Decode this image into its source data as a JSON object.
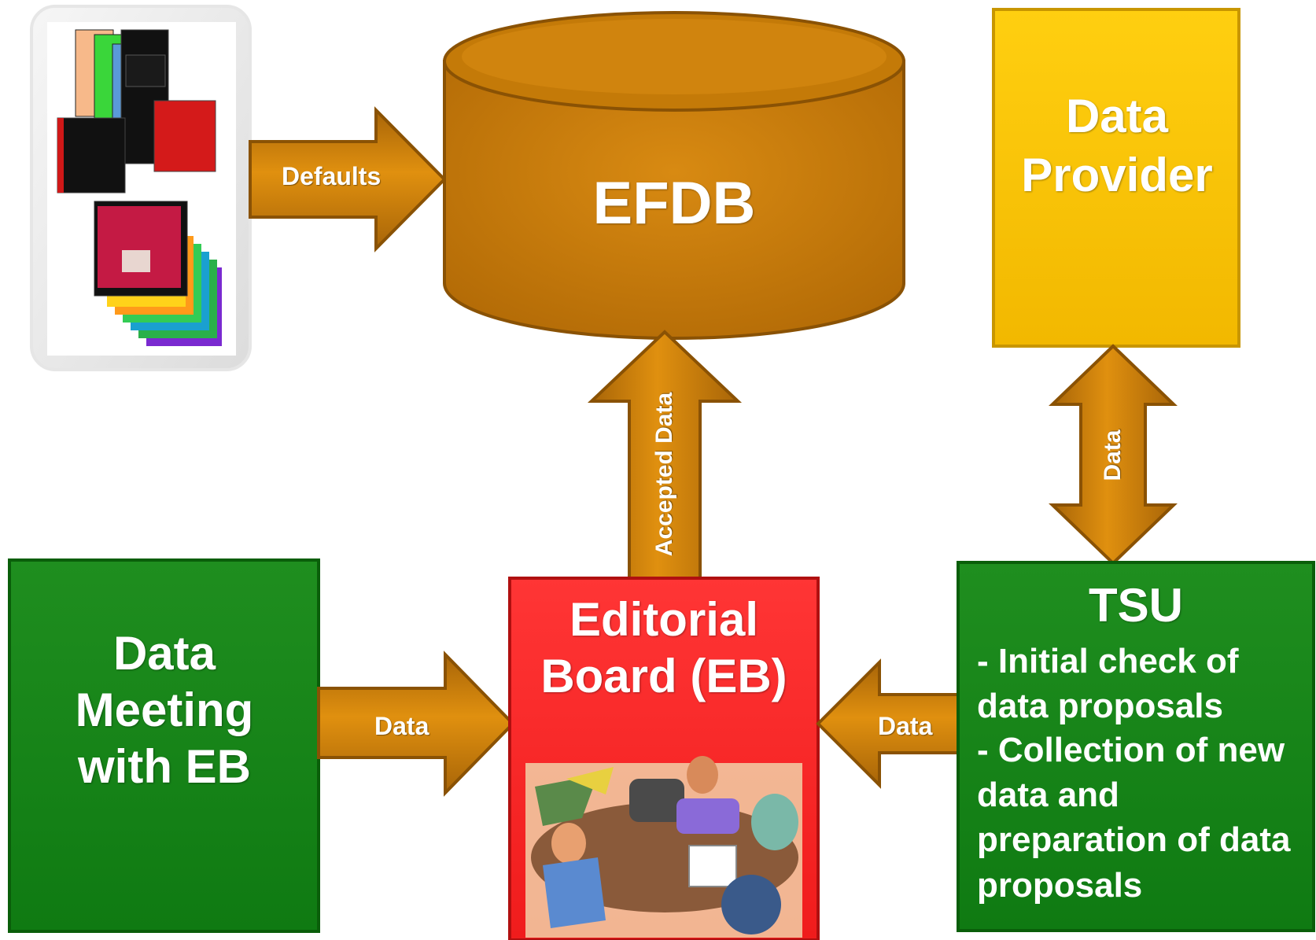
{
  "nodes": {
    "efdb": {
      "label": "EFDB",
      "color": "#d4830a"
    },
    "data_provider": {
      "label": "Data Provider",
      "color": "#ffc800"
    },
    "data_meeting": {
      "label": "Data Meeting with EB",
      "color": "#1e8a1e"
    },
    "editorial_board": {
      "label": "Editorial Board (EB)",
      "color": "#ff2a2a"
    },
    "tsu": {
      "title": "TSU",
      "items": [
        "- Initial check of data proposals",
        "- Collection of new data and preparation of data proposals"
      ],
      "color": "#1e8a1e"
    }
  },
  "edges": {
    "defaults": "Defaults",
    "accepted_data": "Accepted Data",
    "provider_data": "Data",
    "meeting_data": "Data",
    "tsu_data": "Data"
  },
  "arrow_color": "#c98a10"
}
